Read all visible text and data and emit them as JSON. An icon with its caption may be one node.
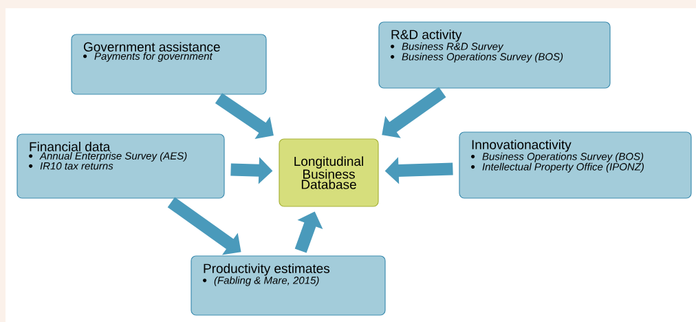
{
  "diagram": {
    "nodes": [
      {
        "text": [
          "Government assistance",
          "Payments for government"
        ]
      },
      {
        "text": [
          "R&D activity",
          "Business R&D Survey",
          "Business Operations Survey (BOS)"
        ]
      },
      {
        "text": [
          "Financial data",
          "Annual Enterprise Survey (AES)",
          "IR10 tax returns"
        ]
      },
      {
        "text": [
          "Longitudinal Business Database"
        ]
      },
      {
        "text": [
          "Innovationactivity",
          "Business Operations Survey (BOS)",
          "Intellectual Property Office (IPONZ)"
        ]
      },
      {
        "text": [
          "Productivity estimates",
          "(Fabling & Mare, 2015)"
        ]
      }
    ],
    "edges": [
      {
        "from": 0,
        "to": 3,
        "arrow": "to"
      },
      {
        "from": 1,
        "to": 3,
        "arrow": "to"
      },
      {
        "from": 2,
        "to": 3,
        "arrow": "to"
      },
      {
        "from": 4,
        "to": 3,
        "arrow": "to"
      },
      {
        "from": 5,
        "to": 3,
        "arrow": "to"
      },
      {
        "from": 2,
        "to": 5,
        "arrow": "to"
      }
    ]
  }
}
